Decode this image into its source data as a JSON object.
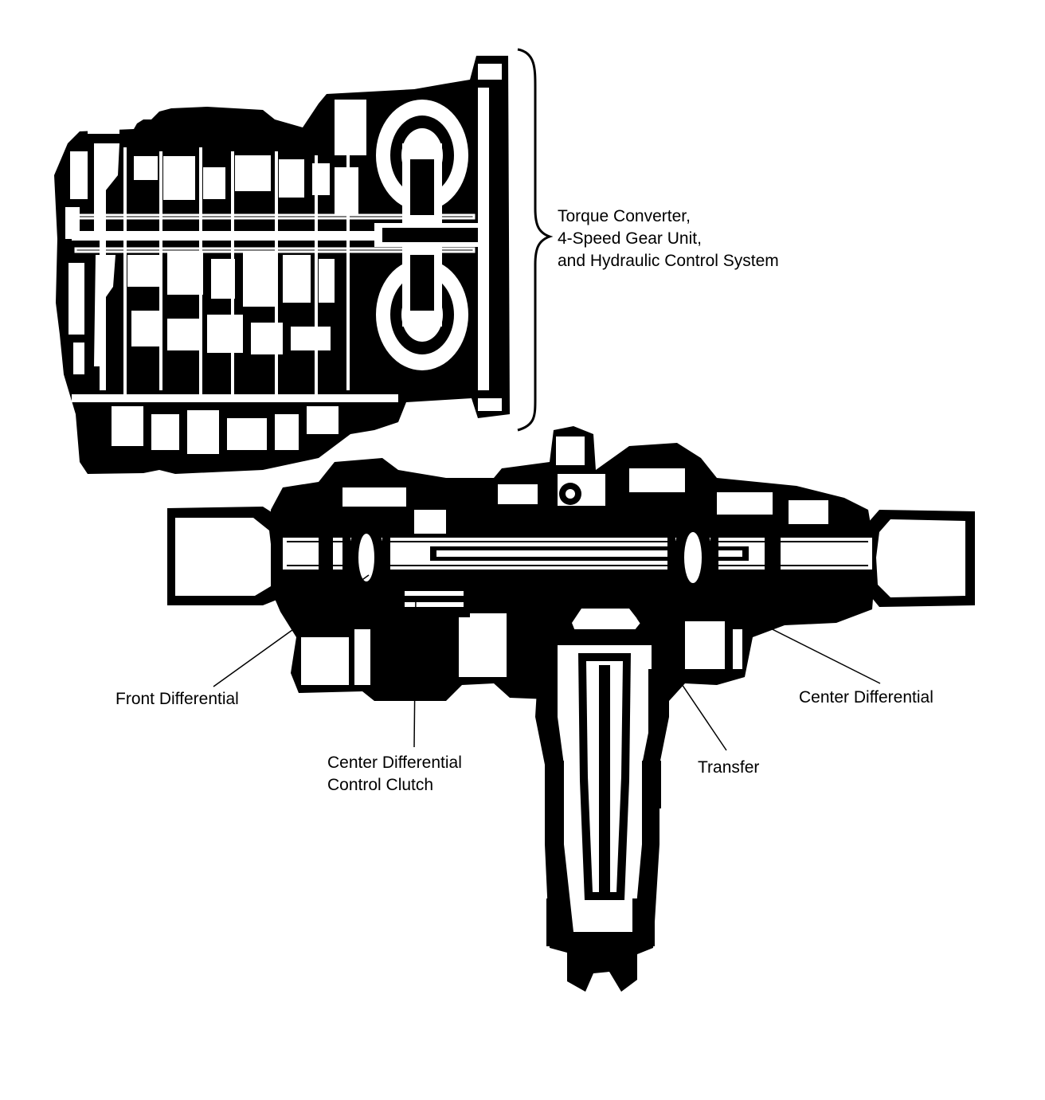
{
  "labels": {
    "torque_converter": {
      "line1": "Torque Converter,",
      "line2": "4-Speed Gear Unit,",
      "line3": "and Hydraulic Control System"
    },
    "front_differential": "Front Differential",
    "center_differential": "Center Differential",
    "control_clutch": {
      "line1": "Center Differential",
      "line2": "Control Clutch"
    },
    "transfer": "Transfer"
  },
  "colors": {
    "ink": "#000000",
    "paper": "#ffffff"
  }
}
